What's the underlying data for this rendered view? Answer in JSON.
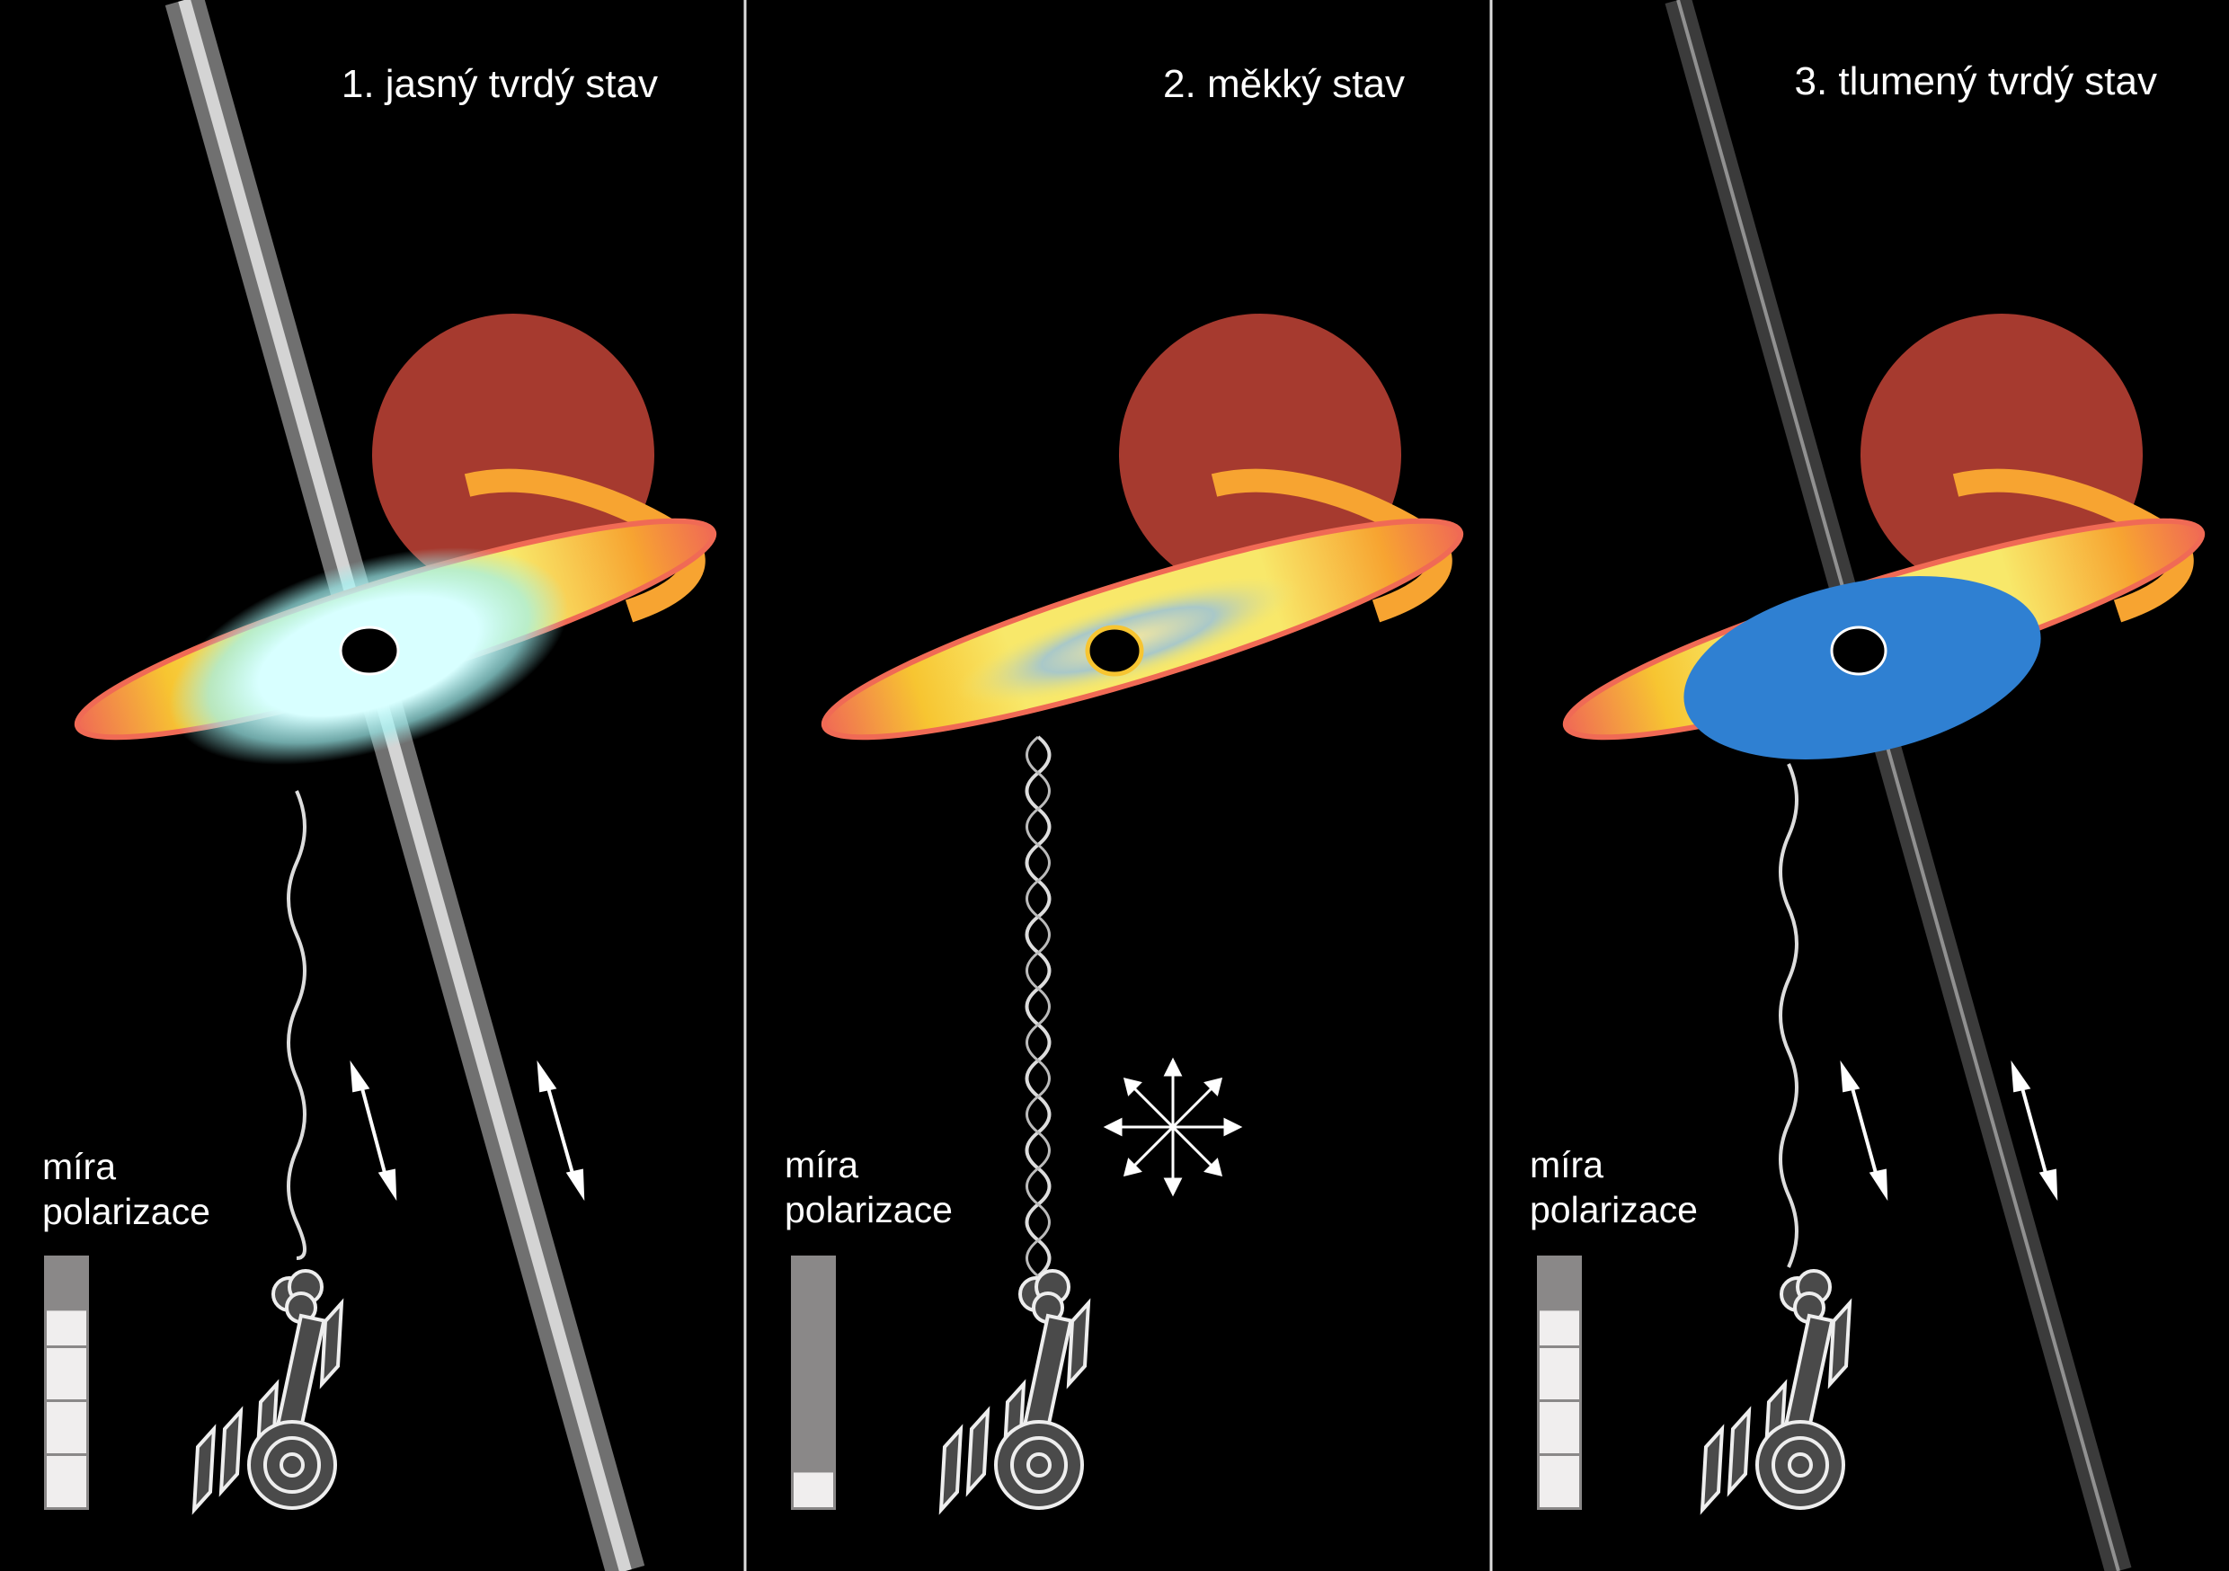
{
  "panels": [
    {
      "title": "1. jasný tvrdý stav",
      "label_line1": "míra",
      "label_line2": "polarizace",
      "polarization_level": 0.8,
      "state": "bright-hard",
      "jet": true,
      "inner_disk": "glow",
      "polarization_arrows": "linear"
    },
    {
      "title": "2. měkký stav",
      "label_line1": "míra",
      "label_line2": "polarizace",
      "polarization_level": 0.15,
      "state": "soft",
      "jet": false,
      "inner_disk": "none",
      "polarization_arrows": "unpolarized"
    },
    {
      "title": "3. tlumený tvrdý stav",
      "label_line1": "míra",
      "label_line2": "polarizace",
      "polarization_level": 0.8,
      "state": "dim-hard",
      "jet": true,
      "inner_disk": "corona",
      "polarization_arrows": "linear"
    }
  ],
  "colors": {
    "star": "#a63a2f",
    "disk_outer": "#f06a55",
    "disk_mid": "#f7c531",
    "glow": "#c8ffff",
    "corona": "#2f80d2",
    "bar_bg": "#8a8888",
    "bar_fill": "#f0eeee"
  }
}
